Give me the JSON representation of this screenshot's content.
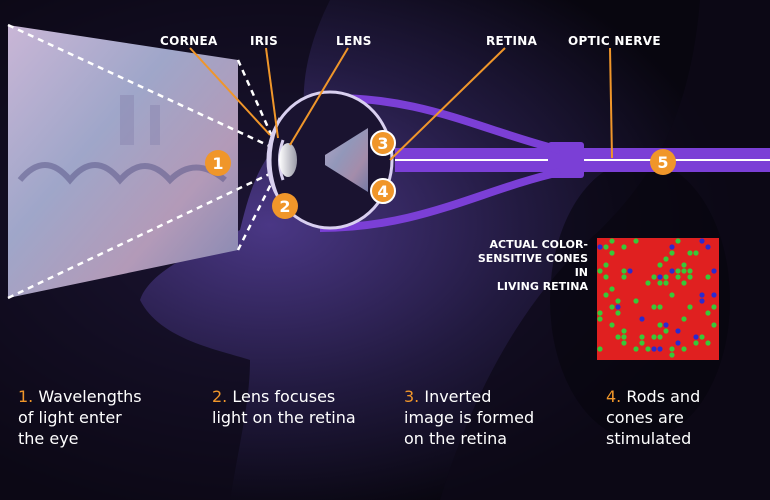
{
  "labels": {
    "cornea": "CORNEA",
    "iris": "IRIS",
    "lens": "LENS",
    "retina": "RETINA",
    "optic_nerve": "OPTIC NERVE"
  },
  "cones_caption": "ACTUAL COLOR-\nSENSITIVE CONES IN\nLIVING RETINA",
  "badges": [
    "1",
    "2",
    "3",
    "4",
    "5"
  ],
  "steps": [
    {
      "num": "1.",
      "text": " Wavelengths\nof light enter\nthe eye"
    },
    {
      "num": "2.",
      "text": " Lens focuses\nlight on the retina"
    },
    {
      "num": "3.",
      "text": " Inverted\nimage is formed\non the retina"
    },
    {
      "num": "4.",
      "text": " Rods and\ncones are\nstimulated"
    }
  ],
  "colors": {
    "accent": "#f0962a",
    "nerve": "#7b3fd6",
    "background": "#0a0714",
    "cone_red": "#e02020",
    "cone_green": "#38c838",
    "cone_blue": "#2a2ad0"
  }
}
